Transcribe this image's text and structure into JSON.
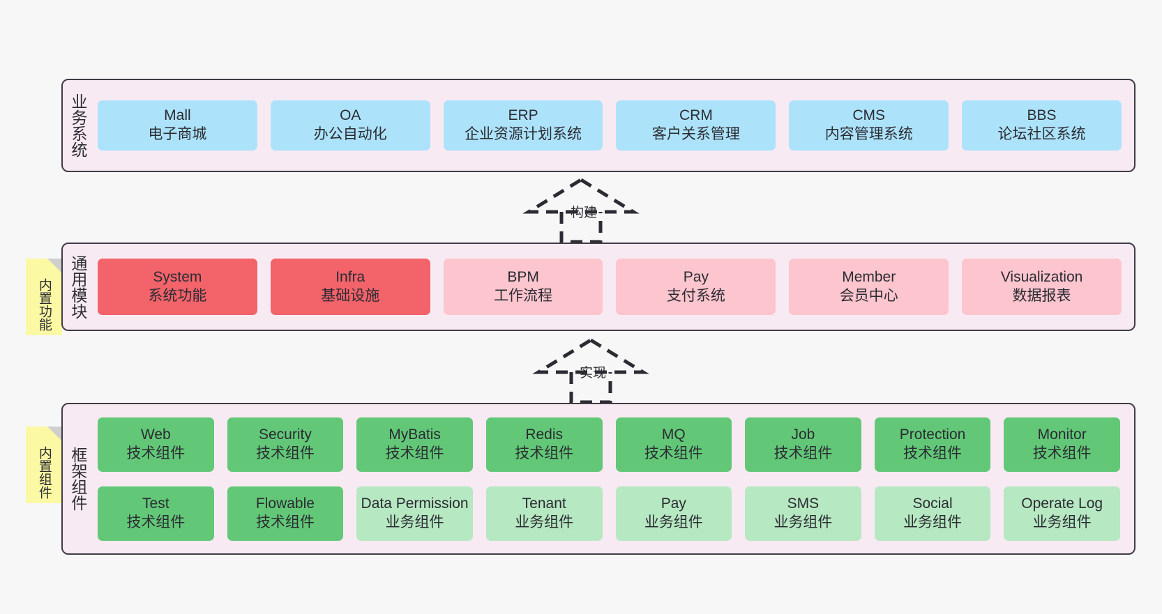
{
  "theme": {
    "background": "#f7f7f7",
    "panel_fill": "#f8eaf3",
    "panel_border": "#413b46",
    "business_box": "#ade3fa",
    "core_box": "#f2636a",
    "optional_box": "#fdc5ce",
    "tech_box": "#62c877",
    "biz_component_box": "#b6e8c1",
    "sticky_note": "#fbf9a3",
    "sticky_fold": "#cfcfcf",
    "text": "#2b2b33"
  },
  "layers": {
    "business": {
      "title": "业务系统",
      "items": [
        {
          "en": "Mall",
          "cn": "电子商城"
        },
        {
          "en": "OA",
          "cn": "办公自动化"
        },
        {
          "en": "ERP",
          "cn": "企业资源计划系统"
        },
        {
          "en": "CRM",
          "cn": "客户关系管理"
        },
        {
          "en": "CMS",
          "cn": "内容管理系统"
        },
        {
          "en": "BBS",
          "cn": "论坛社区系统"
        }
      ]
    },
    "common": {
      "title": "通用模块",
      "sticky": "内置功能",
      "items": [
        {
          "en": "System",
          "cn": "系统功能",
          "kind": "core"
        },
        {
          "en": "Infra",
          "cn": "基础设施",
          "kind": "core"
        },
        {
          "en": "BPM",
          "cn": "工作流程",
          "kind": "optional"
        },
        {
          "en": "Pay",
          "cn": "支付系统",
          "kind": "optional"
        },
        {
          "en": "Member",
          "cn": "会员中心",
          "kind": "optional"
        },
        {
          "en": "Visualization",
          "cn": "数据报表",
          "kind": "optional"
        }
      ]
    },
    "framework": {
      "title": "框架组件",
      "sticky": "内置组件",
      "row1": [
        {
          "en": "Web",
          "cn": "技术组件"
        },
        {
          "en": "Security",
          "cn": "技术组件"
        },
        {
          "en": "MyBatis",
          "cn": "技术组件"
        },
        {
          "en": "Redis",
          "cn": "技术组件"
        },
        {
          "en": "MQ",
          "cn": "技术组件"
        },
        {
          "en": "Job",
          "cn": "技术组件"
        },
        {
          "en": "Protection",
          "cn": "技术组件"
        },
        {
          "en": "Monitor",
          "cn": "技术组件"
        }
      ],
      "row2": [
        {
          "en": "Test",
          "cn": "技术组件",
          "kind": "tech"
        },
        {
          "en": "Flowable",
          "cn": "技术组件",
          "kind": "tech"
        },
        {
          "en": "Data Permission",
          "cn": "业务组件",
          "kind": "biz"
        },
        {
          "en": "Tenant",
          "cn": "业务组件",
          "kind": "biz"
        },
        {
          "en": "Pay",
          "cn": "业务组件",
          "kind": "biz"
        },
        {
          "en": "SMS",
          "cn": "业务组件",
          "kind": "biz"
        },
        {
          "en": "Social",
          "cn": "业务组件",
          "kind": "biz"
        },
        {
          "en": "Operate Log",
          "cn": "业务组件",
          "kind": "biz"
        }
      ]
    }
  },
  "connectors": [
    {
      "label": "构建",
      "from": "common",
      "to": "business"
    },
    {
      "label": "实现",
      "from": "framework",
      "to": "common"
    }
  ]
}
